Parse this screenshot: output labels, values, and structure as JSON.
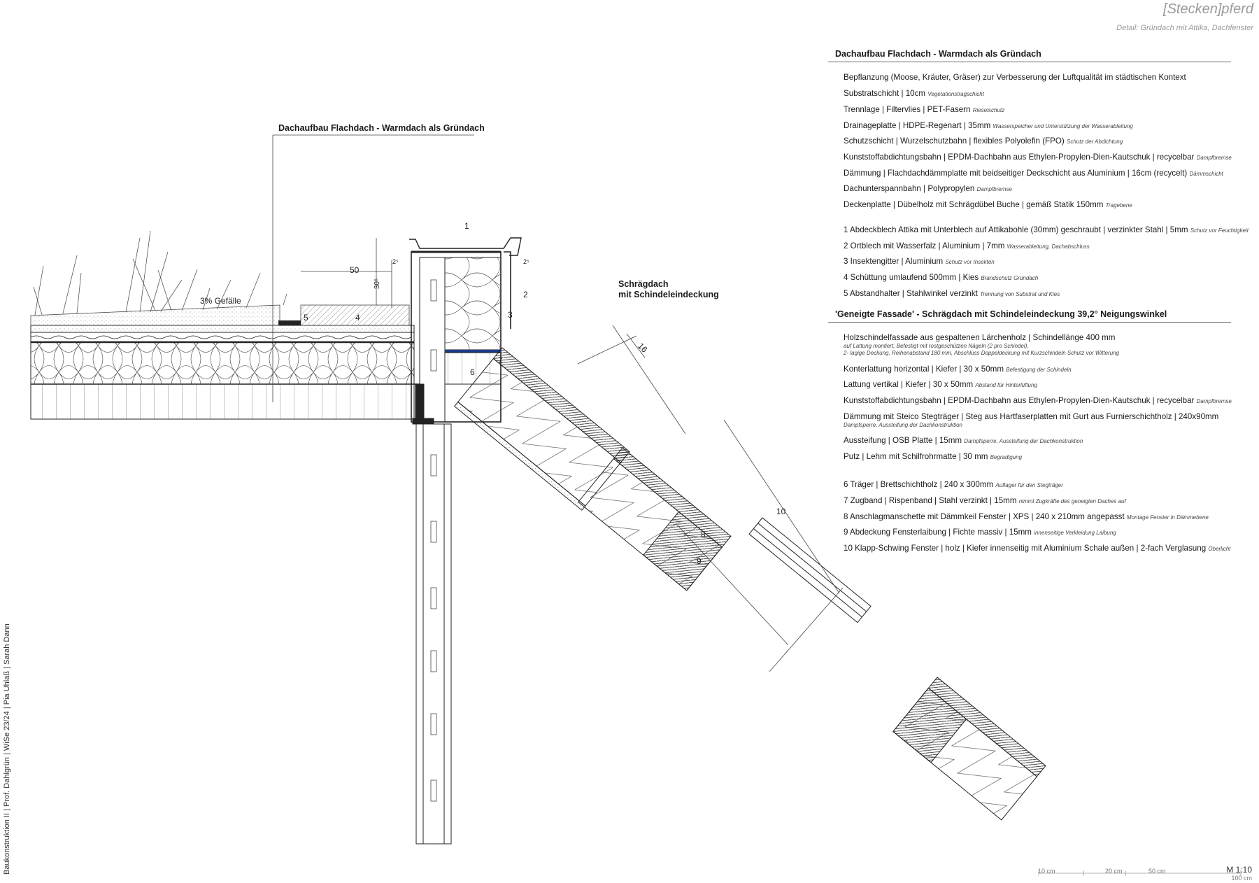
{
  "header": {
    "title": "[Stecken]pferd",
    "subtitle": "Detail: Gründach mit Attika, Dachfenster"
  },
  "credits": "Baukonstruktion II | Prof. Dahlgrün | WiSe 23/24 | Pia Uhlaß | Sarah Dann",
  "drawing_labels": {
    "flat_roof_heading": "Dachaufbau Flachdach - Warmdach als Gründach",
    "pitched_roof_line1": "Schrägdach",
    "pitched_roof_line2": "mit Schindeleindeckung",
    "slope": "3% Gefälle",
    "dim_50": "50",
    "dim_30": "30⁵",
    "dim_2a": "2⁵",
    "dim_2b": "2⁵",
    "dim_16": "16",
    "n1": "1",
    "n2": "2",
    "n3": "3",
    "n4": "4",
    "n5": "5",
    "n6": "6",
    "n7": "7",
    "n8": "8",
    "n9": "9",
    "n10": "10"
  },
  "legend_flat": {
    "heading": "Dachaufbau Flachdach - Warmdach als Gründach",
    "items": [
      {
        "text": "Bepflanzung (Moose, Kräuter, Gräser) zur Verbesserung der Luftqualität im städtischen Kontext",
        "note": ""
      },
      {
        "text": "Substratschicht | 10cm",
        "note": "Vegetationstragschicht"
      },
      {
        "text": "Trennlage | Filtervlies | PET-Fasern",
        "note": "Rieselschutz"
      },
      {
        "text": "Drainageplatte | HDPE-Regenart | 35mm",
        "note": "Wasserspeicher und Unterstützung der Wasserableitung"
      },
      {
        "text": "Schutzschicht | Wurzelschutzbahn | flexibles Polyolefin (FPO)",
        "note": "Schutz der Abdichtung"
      },
      {
        "text": "Kunststoffabdichtungsbahn | EPDM-Dachbahn aus Ethylen-Propylen-Dien-Kautschuk | recycelbar",
        "note": "Dampfbremse"
      },
      {
        "text": "Dämmung | Flachdachdämmplatte mit beidseitiger Deckschicht aus Aluminium | 16cm (recycelt)",
        "note": "Dämmschicht"
      },
      {
        "text": "Dachunterspannbahn | Polypropylen",
        "note": "Dampfbremse"
      },
      {
        "text": "Deckenplatte | Dübelholz mit Schrägdübel Buche | gemäß Statik 150mm",
        "note": "Tragebene"
      }
    ],
    "numbered": [
      {
        "text": "1 Abdeckblech Attika mit Unterblech auf Attikabohle (30mm) geschraubt | verzinkter Stahl | 5mm",
        "note": "Schutz vor Feuchtigkeit"
      },
      {
        "text": "2 Ortblech mit Wasserfalz | Aluminium | 7mm",
        "note": "Wasserableitung, Dachabschluss"
      },
      {
        "text": "3 Insektengitter | Aluminium",
        "note": "Schutz vor Insekten"
      },
      {
        "text": "4 Schüttung umlaufend 500mm | Kies",
        "note": "Brandschutz Gründach"
      },
      {
        "text": "5  Abstandhalter | Stahlwinkel verzinkt",
        "note": "Trennung von Substrat und Kies"
      }
    ]
  },
  "legend_pitched": {
    "heading": "'Geneigte Fassade'  -  Schrägdach mit Schindeleindeckung 39,2° Neigungswinkel",
    "items": [
      {
        "text": "Holzschindelfassade aus gespaltenen Lärchenholz | Schindellänge 400 mm",
        "note": "",
        "sub1": "auf Lattung montiert, Befestigt mit rostgeschützen Nägeln (2 pro Schindel),",
        "sub2": "2- lagige Deckung, Reihenabstand 180 mm, Abschluss Doppeldeckung mit Kurzschindeln Schutz vor Witterung"
      },
      {
        "text": "Konterlattung horizontal | Kiefer | 30 x 50mm",
        "note": "Befestigung der Schindeln"
      },
      {
        "text": "Lattung vertikal | Kiefer | 30 x 50mm",
        "note": "Abstand für Hinterlüftung"
      },
      {
        "text": "Kunststoffabdichtungsbahn | EPDM-Dachbahn aus Ethylen-Propylen-Dien-Kautschuk | recycelbar",
        "note": "Dampfbremse"
      },
      {
        "text": "Dämmung mit Steico Stegträger | Steg aus Hartfaserplatten mit Gurt aus Furnierschichtholz | 240x90mm",
        "note": "",
        "sub1": "Dampfsperre, Aussteifung der Dachkonstruktion"
      },
      {
        "text": "Aussteifung | OSB Platte | 15mm",
        "note": "Dampfsperre, Aussteifung der Dachkonstruktion"
      },
      {
        "text": "Putz | Lehm mit Schilfrohrmatte | 30 mm",
        "note": "Begradigung"
      }
    ],
    "numbered": [
      {
        "text": "6 Träger | Brettschichtholz | 240 x 300mm",
        "note": "Auflager für den Stegträger"
      },
      {
        "text": "7 Zugband | Rispenband | Stahl verzinkt | 15mm",
        "note": "nimmt Zugkräfte des geneigten Daches auf"
      },
      {
        "text": "8 Anschlagmanschette mit Dämmkeil Fenster | XPS | 240 x 210mm angepasst",
        "note": "Montage Fenster in Dämmebene"
      },
      {
        "text": "9 Abdeckung Fensterlaibung | Fichte massiv | 15mm",
        "note": "innenseitige Verkleidung Laibung"
      },
      {
        "text": "10 Klapp-Schwing Fenster | holz | Kiefer innenseitig mit Aluminium Schale außen | 2-fach Verglasung",
        "note": "Oberlicht"
      }
    ]
  },
  "scale": {
    "ticks": [
      "10 cm",
      "20 cm",
      "50 cm"
    ],
    "total": "100 cm",
    "ratio": "M 1:10"
  }
}
